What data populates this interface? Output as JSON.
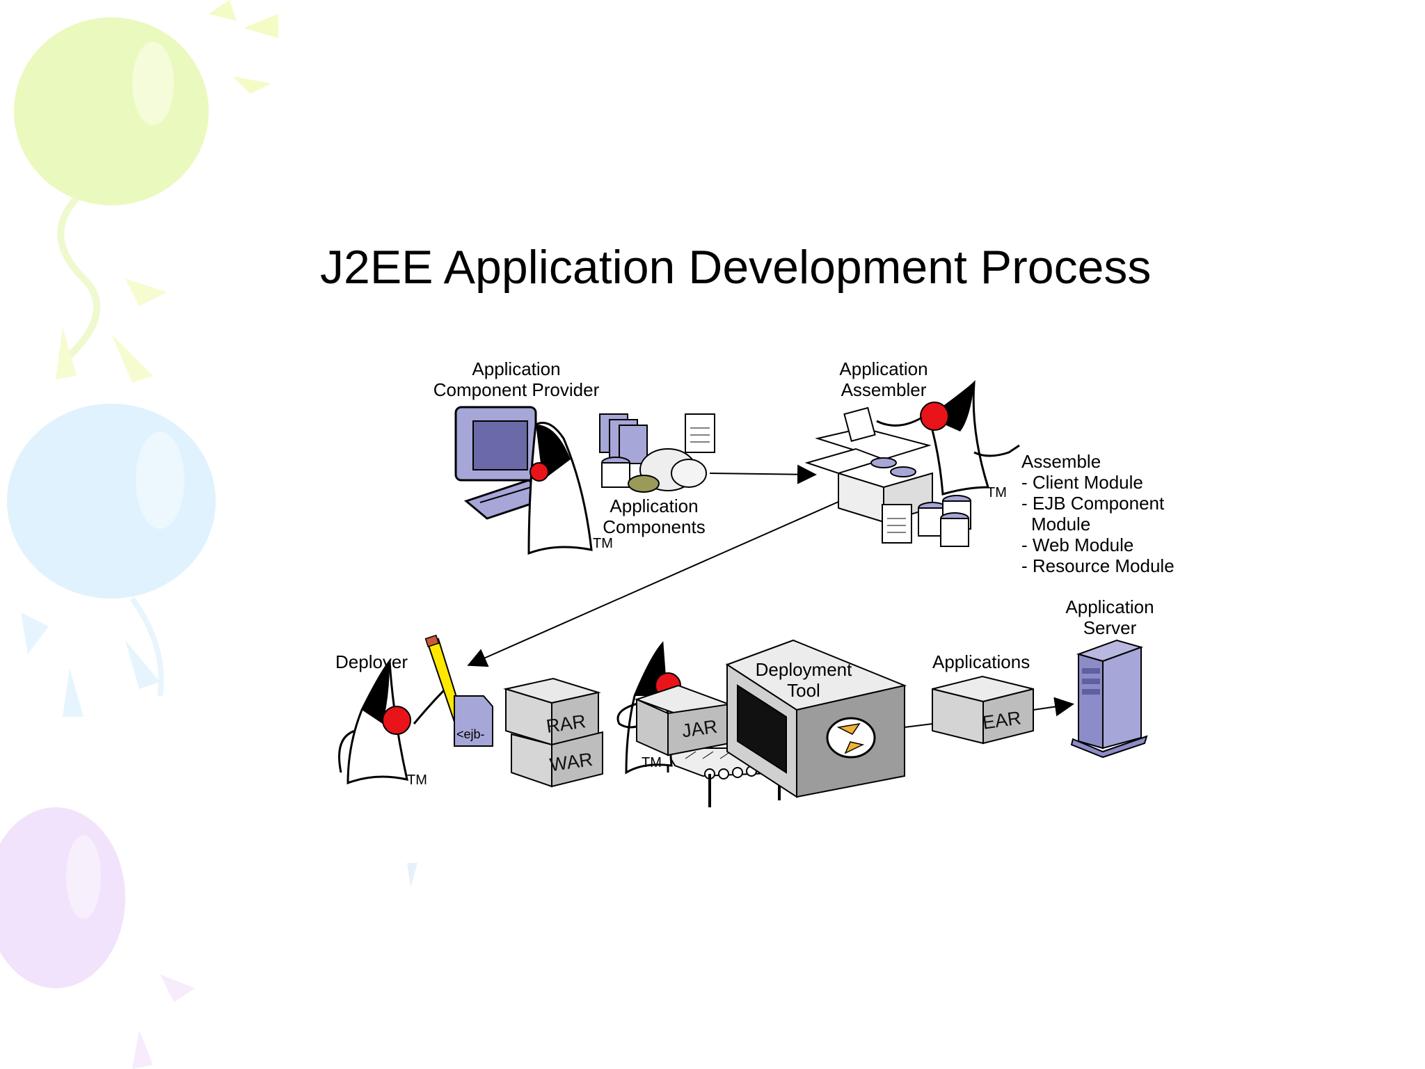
{
  "slide": {
    "title": "J2EE Application Development Process"
  },
  "roles": {
    "component_provider": [
      "Application",
      "Component Provider"
    ],
    "assembler": [
      "Application",
      "Assembler"
    ],
    "deployer": "Deployer",
    "server": [
      "Application",
      "Server"
    ]
  },
  "artifacts": {
    "components": [
      "Application",
      "Components"
    ],
    "applications": "Applications",
    "deployment_tool": [
      "Deployment",
      "Tool"
    ]
  },
  "assemble_list": {
    "heading": "Assemble",
    "items": [
      "- Client Module",
      "- EJB Component",
      "Module",
      "- Web Module",
      "- Resource Module"
    ]
  },
  "boxes": {
    "rar": "RAR",
    "war": "WAR",
    "jar": "JAR",
    "ear": "EAR",
    "ejb_doc": "<ejb-"
  },
  "trademark": "TM",
  "colors": {
    "duke_red": "#e8141a",
    "device_purple": "#a6a6d8",
    "box_gray": "#c9c9c9",
    "pencil_yellow": "#ffe800",
    "balloon_green": "#e8f8b8",
    "balloon_blue": "#dff1fd",
    "balloon_purple": "#f0e2fb"
  }
}
